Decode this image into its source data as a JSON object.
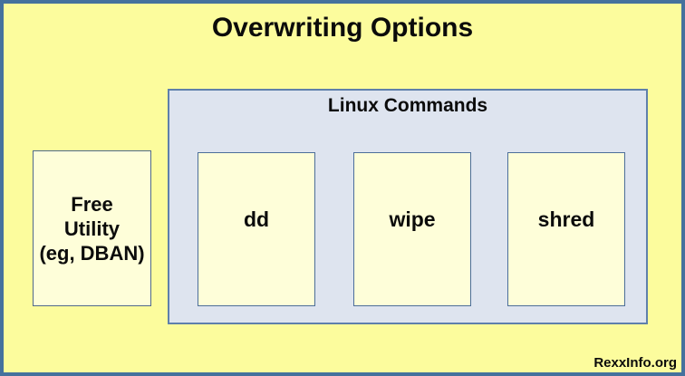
{
  "diagram": {
    "title": "Overwriting Options",
    "credit": "RexxInfo.org"
  },
  "free_utility": {
    "label": "Free Utility (eg, DBAN)",
    "lines": [
      "Free",
      "Utility",
      "(eg, DBAN)"
    ]
  },
  "linux_commands": {
    "title": "Linux Commands",
    "commands": [
      {
        "label": "dd"
      },
      {
        "label": "wipe"
      },
      {
        "label": "shred"
      }
    ]
  },
  "colors": {
    "page_background": "#FCFC9D",
    "page_border": "#45719D",
    "group_background": "#DEE4EF",
    "group_border": "#5F80AB",
    "box_background": "#FEFED9",
    "box_border": "#4C6E9A",
    "text": "#000000"
  }
}
